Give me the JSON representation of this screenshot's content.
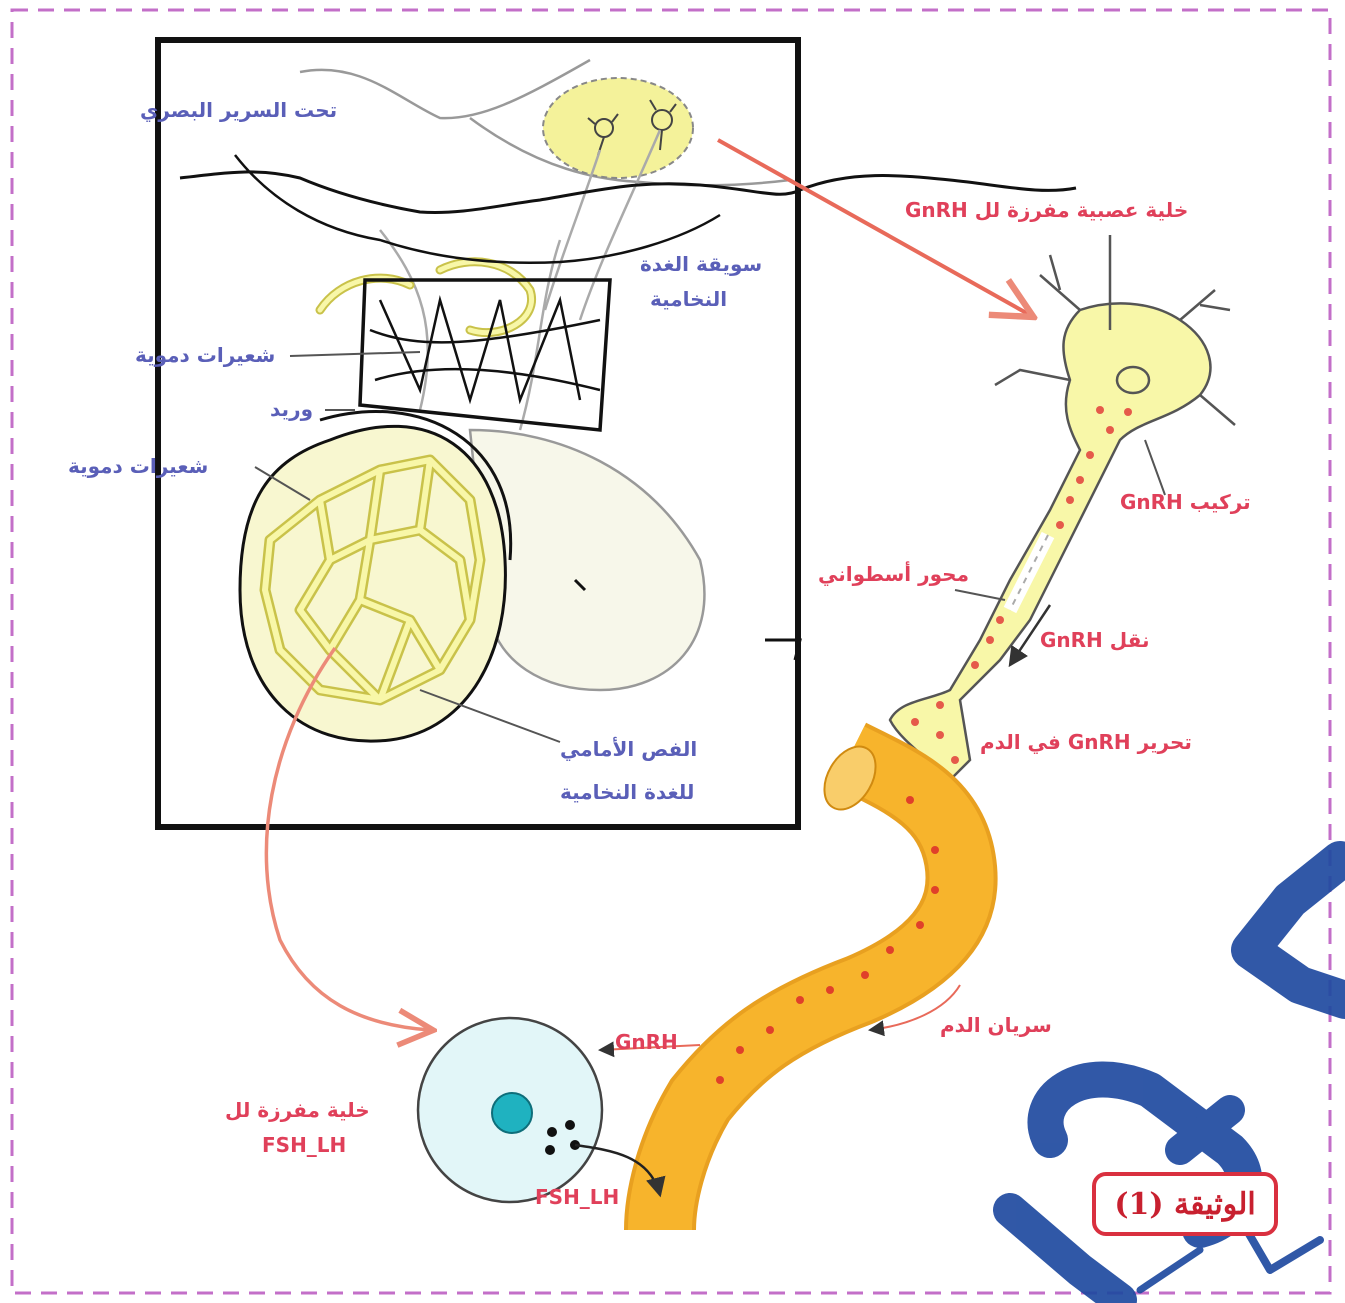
{
  "labels": {
    "hypothalamus": "تحت السرير البصري",
    "pituitary_stalk_1": "سويقة الغدة",
    "pituitary_stalk_2": "النخامية",
    "capillaries_top": "شعيرات دموية",
    "vein": "وريد",
    "capillaries_bottom": "شعيرات دموية",
    "anterior_lobe_1": "الفص الأمامي",
    "anterior_lobe_2": "للغدة النخامية",
    "neuron": "خلية عصبية مفرزة لل GnRH",
    "synthesis": "تركيب GnRH",
    "axon": "محور أسطواني",
    "transport": "نقل GnRH",
    "release": "تحرير GnRH في الدم",
    "artery": "سريان الدم",
    "gnrh": "GnRH",
    "secretory_cell_1": "خلية مفرزة لل",
    "secretory_cell_2": "FSH_LH",
    "fsh_lh": "FSH_LH",
    "document": "الوثيقة (1)"
  },
  "colors": {
    "frame_dash": "#c36fc8",
    "label_blue": "#5a5fb8",
    "label_red": "#e0405a",
    "vessel": "#f7b42c",
    "neuron_fill": "#f8f7a8",
    "cell_fill": "#e2f6f8",
    "nucleus": "#1fb2c0",
    "watermark": "#1f4aa0"
  }
}
